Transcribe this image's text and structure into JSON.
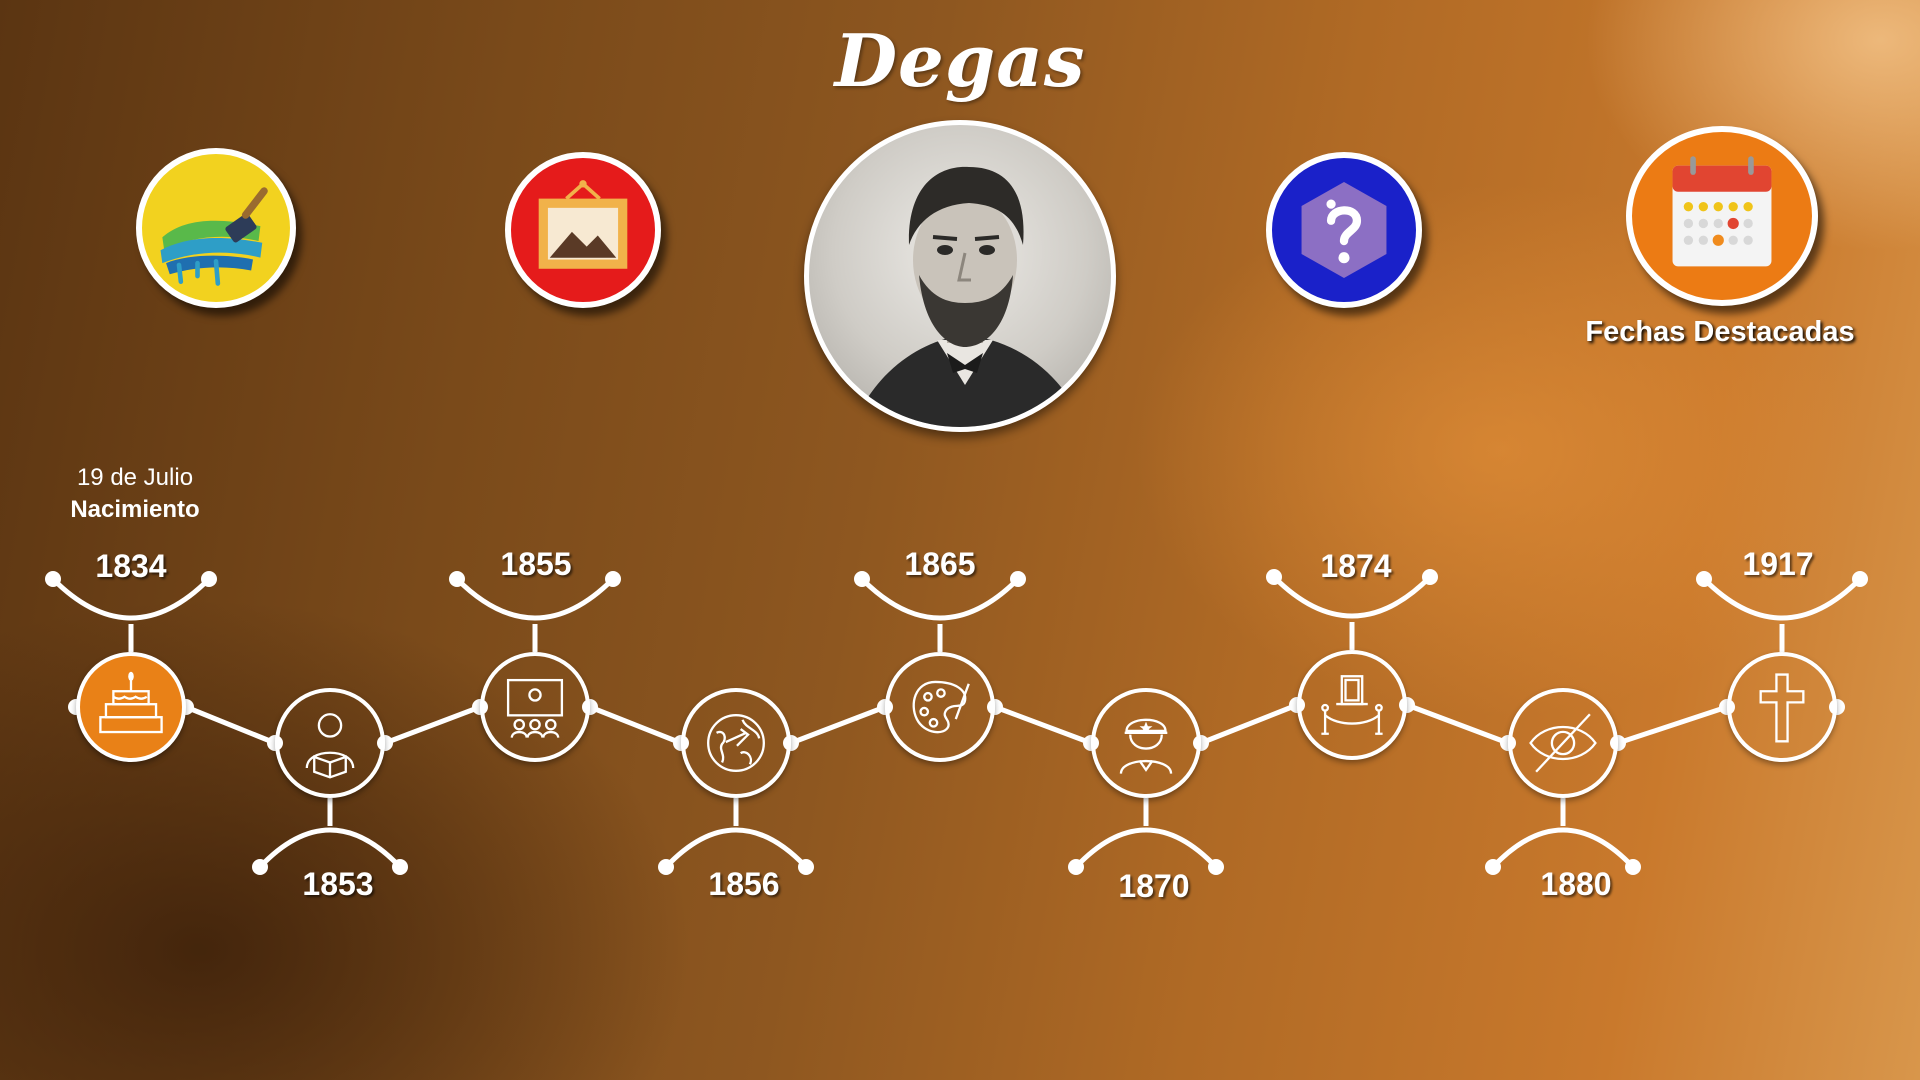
{
  "title": "Degas",
  "badges": {
    "painting": {
      "icon": "paint-brush-icon",
      "color": "#f2d21f"
    },
    "gallery": {
      "icon": "picture-frame-icon",
      "color": "#e51b1b"
    },
    "question": {
      "icon": "question-icon",
      "color": "#1a21c9"
    },
    "calendar": {
      "icon": "calendar-icon",
      "color": "#ec7b14",
      "label": "Fechas Destacadas"
    }
  },
  "birth": {
    "date": "19 de Julio",
    "label": "Nacimiento"
  },
  "timeline": [
    {
      "year": "1834",
      "icon": "birthday-cake-icon"
    },
    {
      "year": "1853",
      "icon": "student-reading-icon"
    },
    {
      "year": "1855",
      "icon": "classroom-icon"
    },
    {
      "year": "1856",
      "icon": "world-travel-icon"
    },
    {
      "year": "1865",
      "icon": "painter-palette-icon"
    },
    {
      "year": "1870",
      "icon": "soldier-icon"
    },
    {
      "year": "1874",
      "icon": "museum-exhibition-icon"
    },
    {
      "year": "1880",
      "icon": "eye-slash-icon"
    },
    {
      "year": "1917",
      "icon": "cross-icon"
    }
  ]
}
